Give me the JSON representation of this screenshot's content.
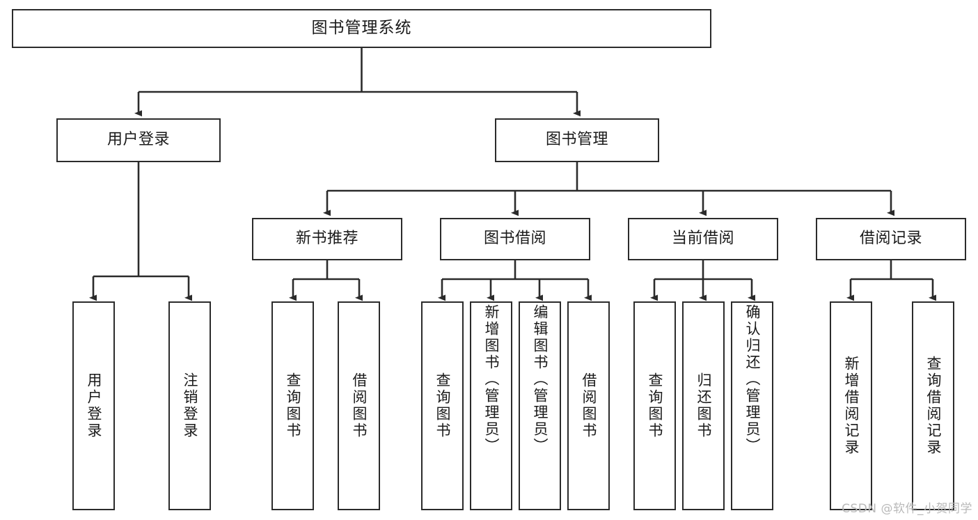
{
  "diagram": {
    "title": "图书管理系统",
    "type": "hierarchy-tree",
    "watermark": "CSDN @软件_小贺同学",
    "colors": {
      "background": "#ffffff",
      "box_border": "#2b2b2b",
      "box_fill": "#ffffff",
      "connector": "#2b2b2b",
      "text": "#1a1a1a",
      "watermark": "#b9b9b9"
    },
    "root": {
      "id": "root",
      "label": "图书管理系统"
    },
    "level2": [
      {
        "id": "user-login",
        "label": "用户登录"
      },
      {
        "id": "book-manage",
        "label": "图书管理"
      }
    ],
    "level3": [
      {
        "id": "new-book-rec",
        "label": "新书推荐"
      },
      {
        "id": "book-borrow",
        "label": "图书借阅"
      },
      {
        "id": "current-borrow",
        "label": "当前借阅"
      },
      {
        "id": "borrow-record",
        "label": "借阅记录"
      }
    ],
    "leaves": [
      {
        "id": "leaf-user-login",
        "label": "用户登录",
        "parent": "user-login"
      },
      {
        "id": "leaf-user-logout",
        "label": "注销登录",
        "parent": "user-login"
      },
      {
        "id": "leaf-query-book-1",
        "label": "查询图书",
        "parent": "new-book-rec"
      },
      {
        "id": "leaf-borrow-book-1",
        "label": "借阅图书",
        "parent": "new-book-rec"
      },
      {
        "id": "leaf-query-book-2",
        "label": "查询图书",
        "parent": "book-borrow"
      },
      {
        "id": "leaf-add-book",
        "label": "新增图书（管理员）",
        "parent": "book-borrow"
      },
      {
        "id": "leaf-edit-book",
        "label": "编辑图书（管理员）",
        "parent": "book-borrow"
      },
      {
        "id": "leaf-borrow-book-2",
        "label": "借阅图书",
        "parent": "book-borrow"
      },
      {
        "id": "leaf-query-book-3",
        "label": "查询图书",
        "parent": "current-borrow"
      },
      {
        "id": "leaf-return-book",
        "label": "归还图书",
        "parent": "current-borrow"
      },
      {
        "id": "leaf-confirm-return",
        "label": "确认归还（管理员）",
        "parent": "current-borrow"
      },
      {
        "id": "leaf-add-record",
        "label": "新增借阅记录",
        "parent": "borrow-record"
      },
      {
        "id": "leaf-query-record",
        "label": "查询借阅记录",
        "parent": "borrow-record"
      }
    ]
  }
}
